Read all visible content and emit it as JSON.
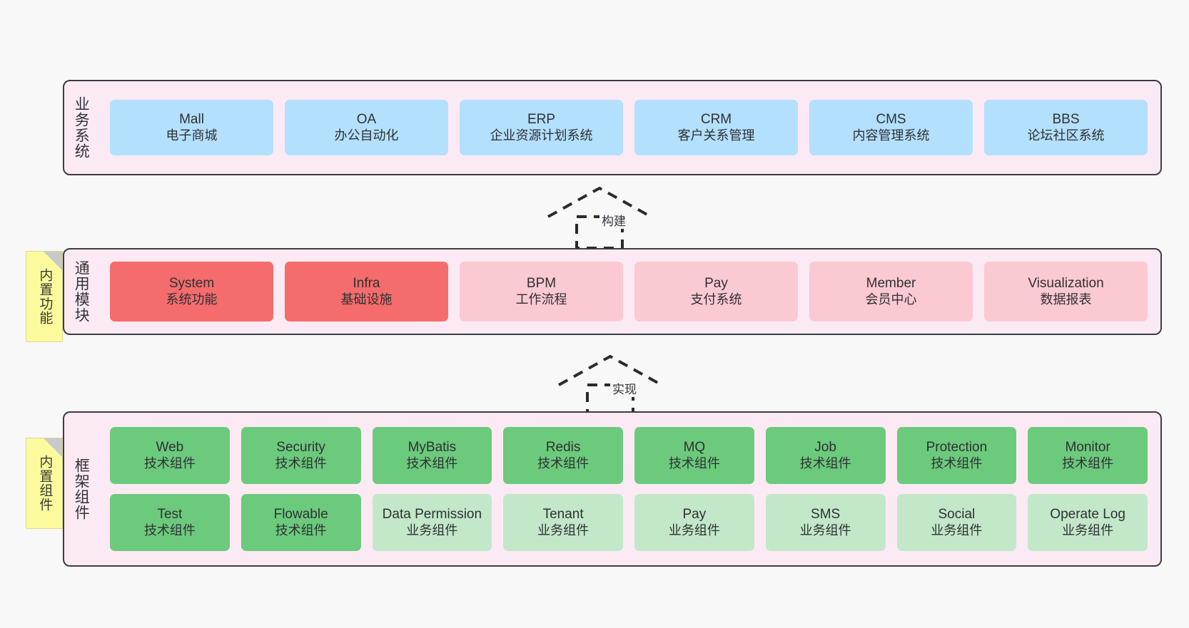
{
  "diagram": {
    "background_color": "#f8f8f8",
    "panel_color": "#fbeaf4",
    "panel_border_color": "#3c3c46"
  },
  "layers": {
    "business": {
      "title": "业务系统",
      "card_color": "#b3e0fc",
      "cards": [
        {
          "en": "Mall",
          "cn": "电子商城"
        },
        {
          "en": "OA",
          "cn": "办公自动化"
        },
        {
          "en": "ERP",
          "cn": "企业资源计划系统"
        },
        {
          "en": "CRM",
          "cn": "客户关系管理"
        },
        {
          "en": "CMS",
          "cn": "内容管理系统"
        },
        {
          "en": "BBS",
          "cn": "论坛社区系统"
        }
      ]
    },
    "common": {
      "title": "通用模块",
      "note": "内置功能",
      "card_color_primary": "#f56c6c",
      "card_color_secondary": "#fbc9d2",
      "cards": [
        {
          "en": "System",
          "cn": "系统功能",
          "tone": "red"
        },
        {
          "en": "Infra",
          "cn": "基础设施",
          "tone": "red"
        },
        {
          "en": "BPM",
          "cn": "工作流程",
          "tone": "pink"
        },
        {
          "en": "Pay",
          "cn": "支付系统",
          "tone": "pink"
        },
        {
          "en": "Member",
          "cn": "会员中心",
          "tone": "pink"
        },
        {
          "en": "Visualization",
          "cn": "数据报表",
          "tone": "pink"
        }
      ]
    },
    "framework": {
      "title": "框架组件",
      "note": "内置组件",
      "card_color_primary": "#6cca7c",
      "card_color_secondary": "#c2e8c9",
      "row_tech": [
        {
          "en": "Web",
          "cn": "技术组件"
        },
        {
          "en": "Security",
          "cn": "技术组件"
        },
        {
          "en": "MyBatis",
          "cn": "技术组件"
        },
        {
          "en": "Redis",
          "cn": "技术组件"
        },
        {
          "en": "MQ",
          "cn": "技术组件"
        },
        {
          "en": "Job",
          "cn": "技术组件"
        },
        {
          "en": "Protection",
          "cn": "技术组件"
        },
        {
          "en": "Monitor",
          "cn": "技术组件"
        }
      ],
      "row_business": [
        {
          "en": "Test",
          "cn": "技术组件",
          "tone": "green"
        },
        {
          "en": "Flowable",
          "cn": "技术组件",
          "tone": "green"
        },
        {
          "en": "Data Permission",
          "cn": "业务组件",
          "tone": "lightgreen"
        },
        {
          "en": "Tenant",
          "cn": "业务组件",
          "tone": "lightgreen"
        },
        {
          "en": "Pay",
          "cn": "业务组件",
          "tone": "lightgreen"
        },
        {
          "en": "SMS",
          "cn": "业务组件",
          "tone": "lightgreen"
        },
        {
          "en": "Social",
          "cn": "业务组件",
          "tone": "lightgreen"
        },
        {
          "en": "Operate Log",
          "cn": "业务组件",
          "tone": "lightgreen"
        }
      ]
    }
  },
  "relations": [
    {
      "label": "构建",
      "from": "common",
      "to": "business"
    },
    {
      "label": "实现",
      "from": "framework",
      "to": "common"
    }
  ]
}
